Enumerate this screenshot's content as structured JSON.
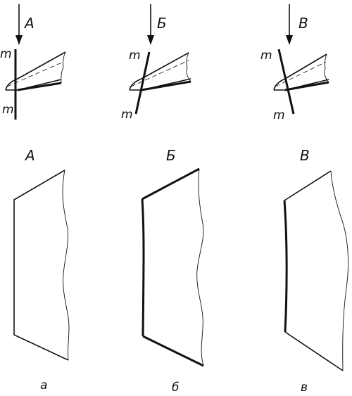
{
  "views": {
    "a": {
      "arrow_label": "A",
      "plane_top": "m",
      "plane_bottom": "m",
      "face_label": "A",
      "caption": "а"
    },
    "b": {
      "arrow_label": "Б",
      "plane_top": "m",
      "plane_bottom": "m",
      "face_label": "Б",
      "caption": "б"
    },
    "c": {
      "arrow_label": "B",
      "plane_top": "m",
      "plane_bottom": "m",
      "face_label": "B",
      "caption": "в"
    }
  }
}
